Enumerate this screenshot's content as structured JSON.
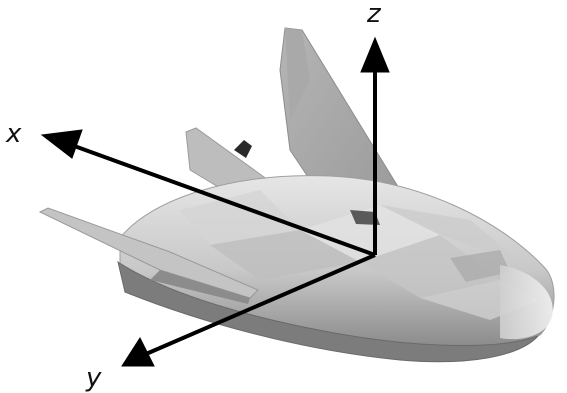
{
  "diagram": {
    "axes": [
      {
        "id": "x",
        "label": "x"
      },
      {
        "id": "y",
        "label": "y"
      },
      {
        "id": "z",
        "label": "z"
      }
    ]
  },
  "colors": {
    "axis": "#000000",
    "body_light": "#d9d9d9",
    "body_mid": "#bdbdbd",
    "body_dark": "#8f8f8f",
    "body_shadow": "#6e6e6e"
  }
}
